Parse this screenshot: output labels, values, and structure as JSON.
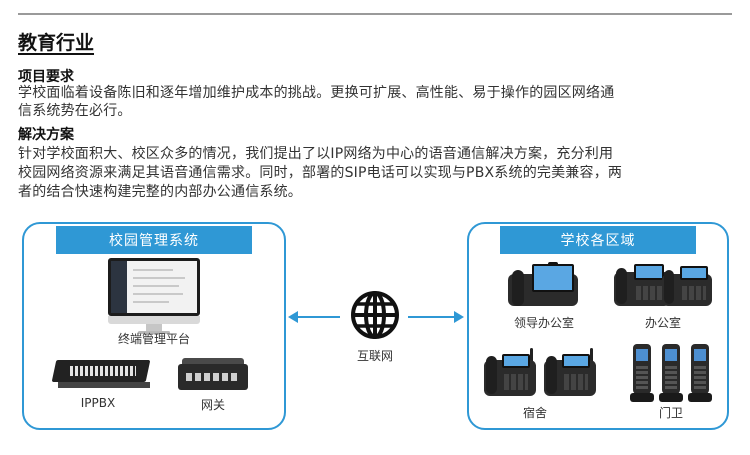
{
  "page": {
    "title": "教育行业"
  },
  "requirements": {
    "heading": "项目要求",
    "line1": "学校面临着设备陈旧和逐年增加维护成本的挑战。更换可扩展、高性能、易于操作的园区网络通",
    "line2": "信系统势在必行。"
  },
  "solution": {
    "heading": "解决方案",
    "line1": "针对学校面积大、校区众多的情况，我们提出了以IP网络为中心的语音通信解决方案，充分利用",
    "line2": "校园网络资源来满足其语音通信需求。同时，部署的SIP电话可以实现与PBX系统的完美兼容，两",
    "line3": "者的结合快速构建完整的内部办公通信系统。"
  },
  "diagram": {
    "left_panel": {
      "title": "校园管理系统",
      "terminal_label": "终端管理平台",
      "ippbx_label": "IPPBX",
      "gateway_label": "网关"
    },
    "center": {
      "internet_label": "互联网"
    },
    "right_panel": {
      "title": "学校各区域",
      "leader_office_label": "领导办公室",
      "office_label": "办公室",
      "dorm_label": "宿舍",
      "gate_label": "门卫"
    },
    "accent_color": "#2f98d5"
  }
}
